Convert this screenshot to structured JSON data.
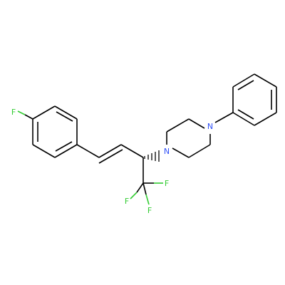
{
  "molecule": {
    "atom_labels": {
      "fluoro_aryl": "F",
      "fluoro_1": "F",
      "fluoro_2": "F",
      "fluoro_3": "F",
      "piperazine_n1": "N",
      "piperazine_n4": "N"
    },
    "colors": {
      "bond": "#000000",
      "fluorine": "#33cc33",
      "nitrogen": "#3050f8",
      "background": "#ffffff"
    }
  }
}
